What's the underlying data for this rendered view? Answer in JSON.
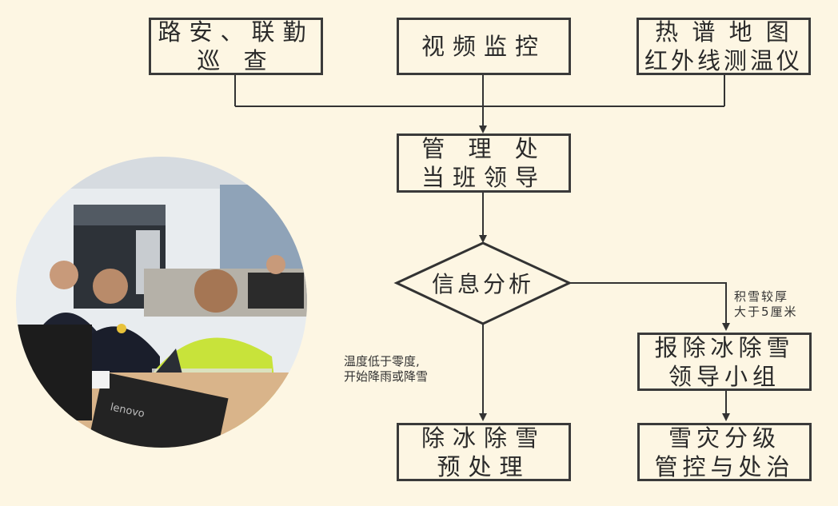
{
  "diagram": {
    "sources": [
      {
        "text": "路安、联勤\n巡 查"
      },
      {
        "text": "视频监控"
      },
      {
        "text": "热 谱 地 图\n红外线测温仪"
      }
    ],
    "leader": {
      "text": "管 理 处\n当班领导"
    },
    "decision": {
      "text": "信息分析"
    },
    "branch_right_label": "积雪较厚\n大于5厘米",
    "branch_down_label": "温度低于零度,\n开始降雨或降雪",
    "emergency_group": {
      "text": "报除冰除雪\n领导小组"
    },
    "graded_control": {
      "text": "雪灾分级\n管控与处治"
    },
    "pre_treatment": {
      "text": "除冰除雪\n预处理"
    }
  },
  "photo": {
    "laptop_brand": "lenovo"
  }
}
